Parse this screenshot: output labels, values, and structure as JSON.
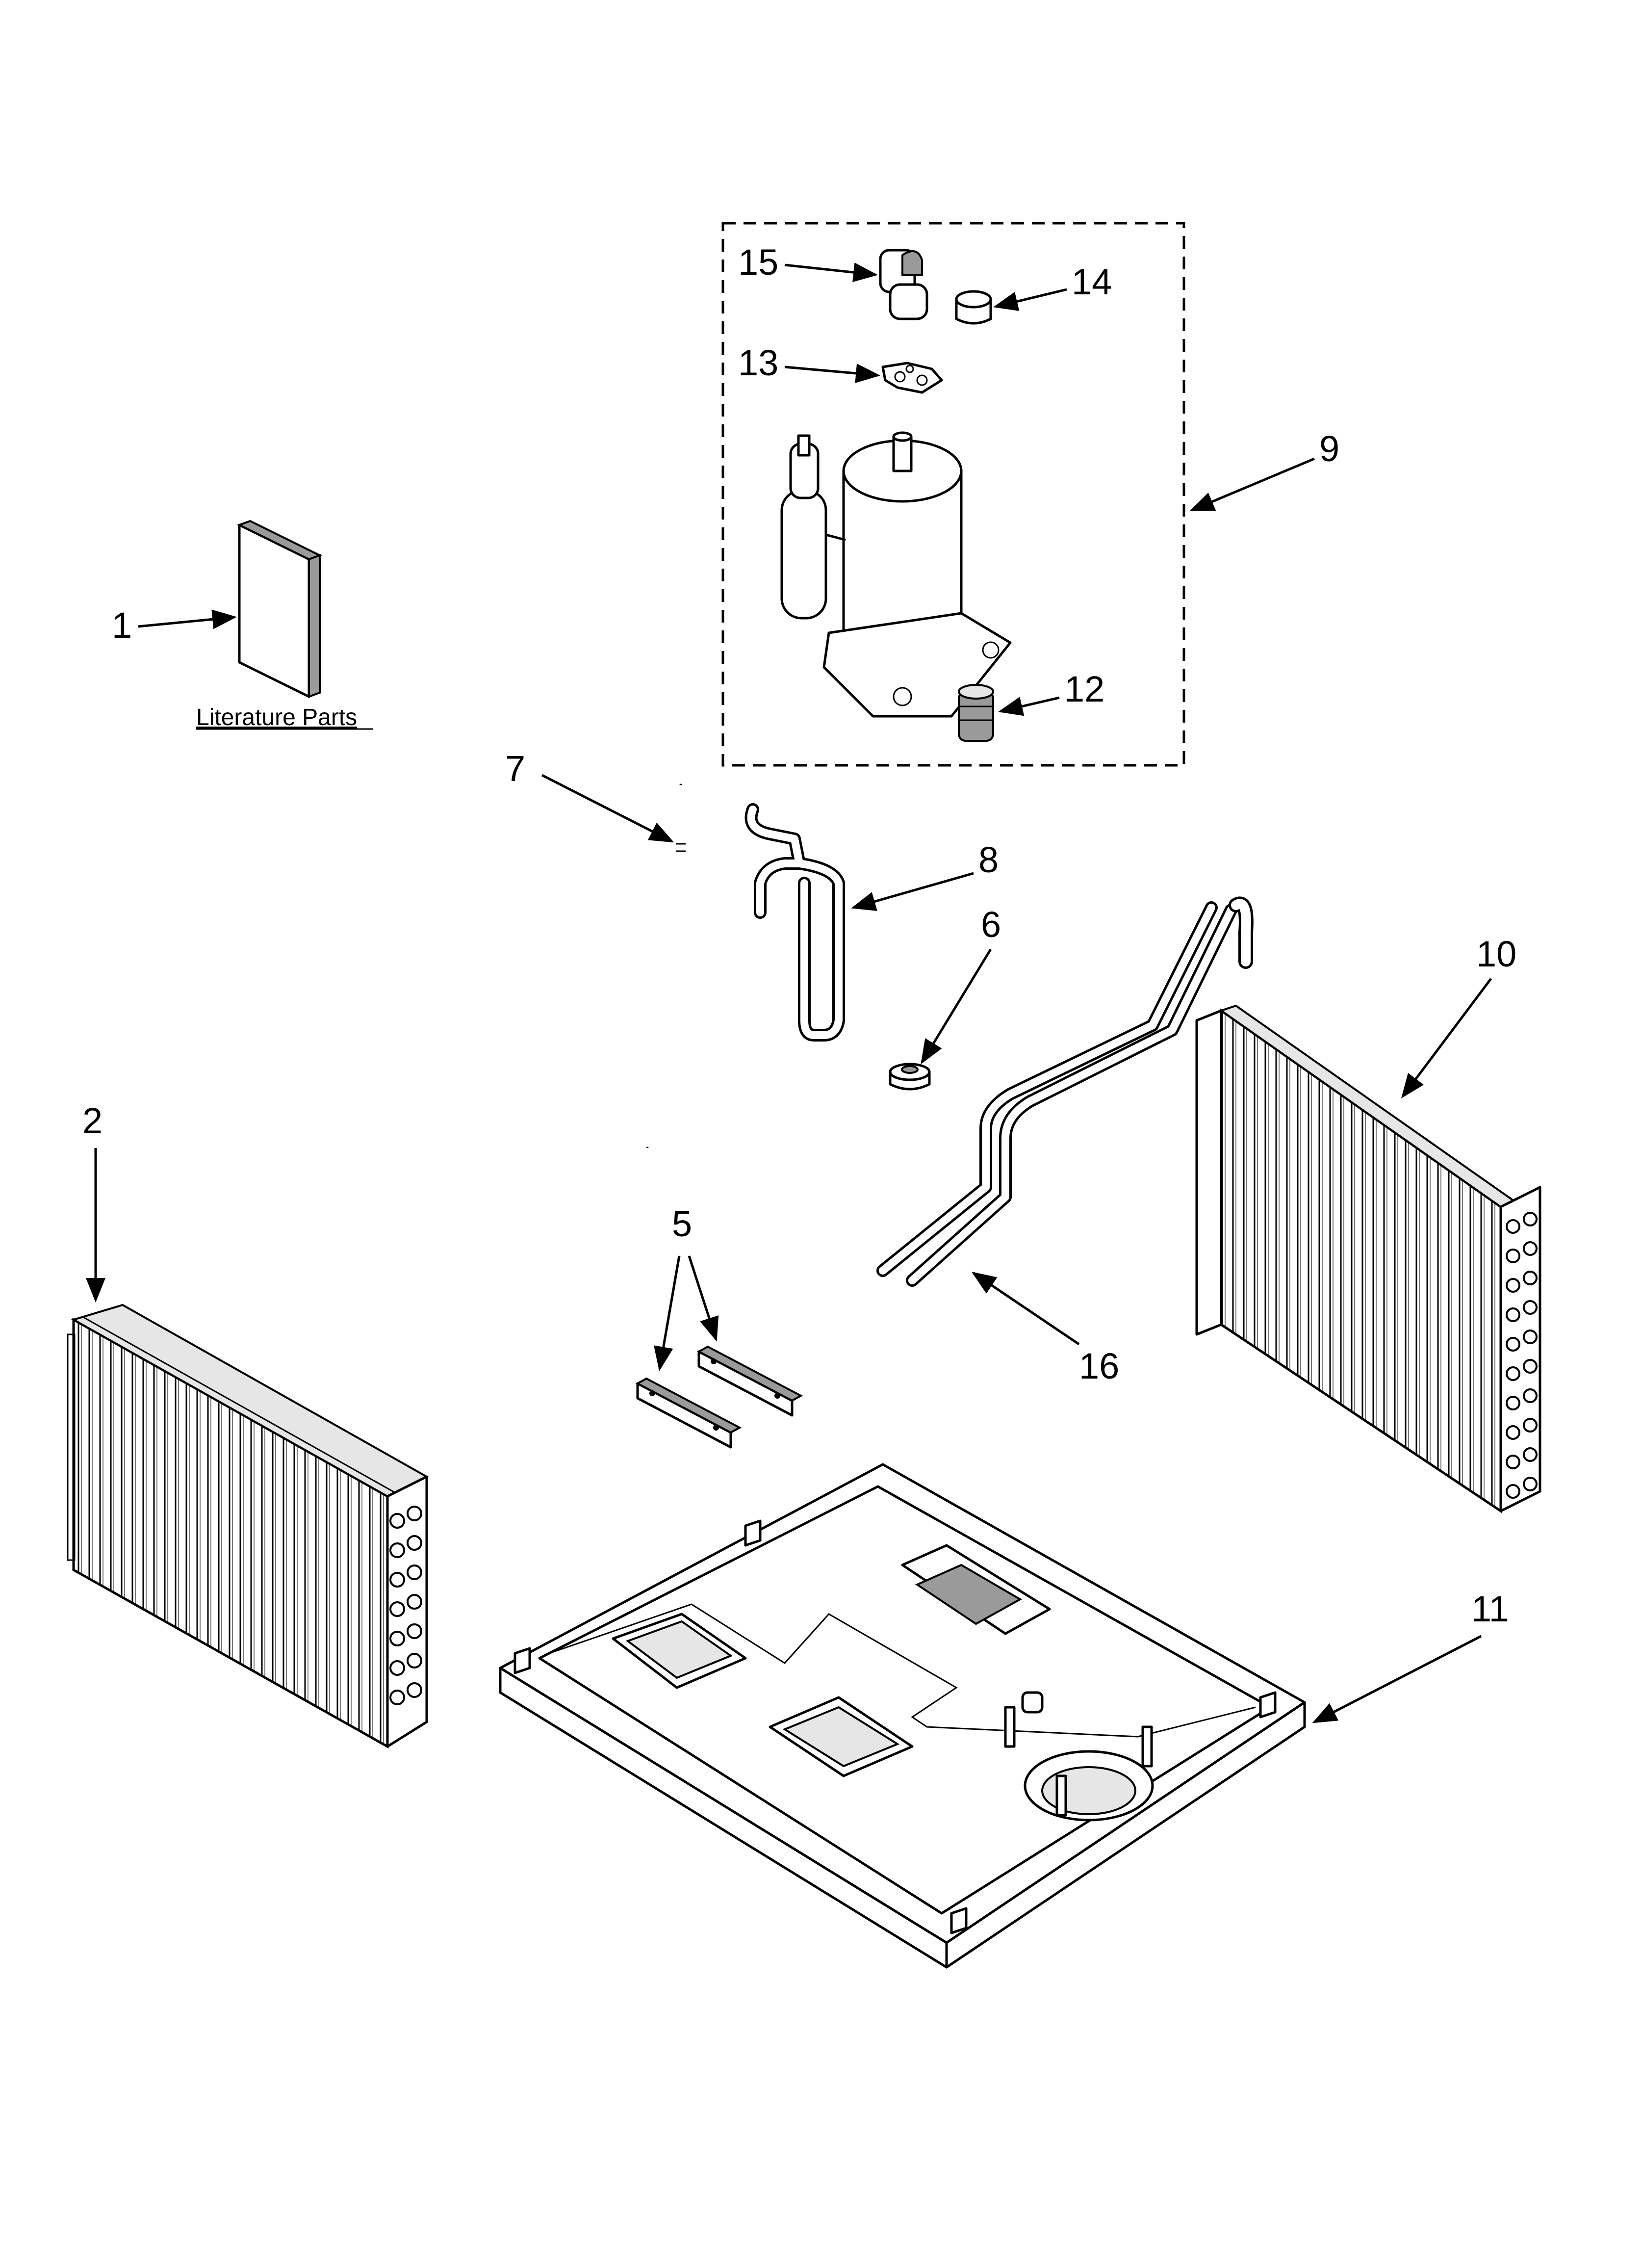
{
  "literature_label": "Literature Parts",
  "callouts": [
    {
      "id": "1",
      "text": "1"
    },
    {
      "id": "2",
      "text": "2"
    },
    {
      "id": "5",
      "text": "5"
    },
    {
      "id": "6",
      "text": "6"
    },
    {
      "id": "7",
      "text": "7"
    },
    {
      "id": "8",
      "text": "8"
    },
    {
      "id": "9",
      "text": "9"
    },
    {
      "id": "10",
      "text": "10"
    },
    {
      "id": "11",
      "text": "11"
    },
    {
      "id": "12",
      "text": "12"
    },
    {
      "id": "13",
      "text": "13"
    },
    {
      "id": "14",
      "text": "14"
    },
    {
      "id": "15",
      "text": "15"
    },
    {
      "id": "16",
      "text": "16"
    }
  ]
}
